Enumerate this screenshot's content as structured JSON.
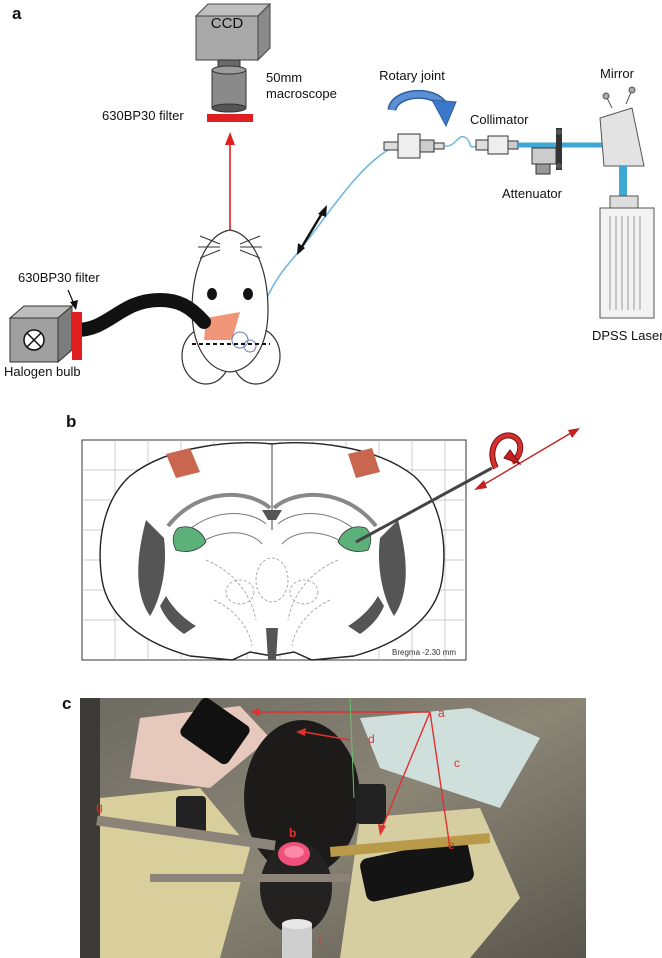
{
  "panel_a": {
    "letter": "a",
    "ccd": "CCD",
    "macroscope_line1": "50mm",
    "macroscope_line2": "macroscope",
    "filter_top": "630BP30 filter",
    "rotary_joint": "Rotary joint",
    "collimator": "Collimator",
    "mirror": "Mirror",
    "attenuator": "Attenuator",
    "dpss_laser": "DPSS Laser",
    "filter_left": "630BP30 filter",
    "halogen_bulb": "Halogen bulb"
  },
  "panel_b": {
    "letter": "b",
    "bregma": "Bregma -2.30 mm"
  },
  "panel_c": {
    "letter": "c",
    "markers": {
      "a": "a",
      "b": "b",
      "c": "c",
      "d": "d",
      "e": "e",
      "f": "f",
      "g": "g"
    }
  },
  "colors": {
    "laser_beam": "#3fa7d6",
    "fiber": "#6fb6e0",
    "red_filter": "#e02020",
    "red_arrow": "#d42020",
    "cortex_fill": "#c8664f",
    "target_fill": "#5cb07a",
    "dark_region": "#555555",
    "rotate_arrow_blue": "#3b78c9",
    "rotate_arrow_red": "#c42222"
  }
}
